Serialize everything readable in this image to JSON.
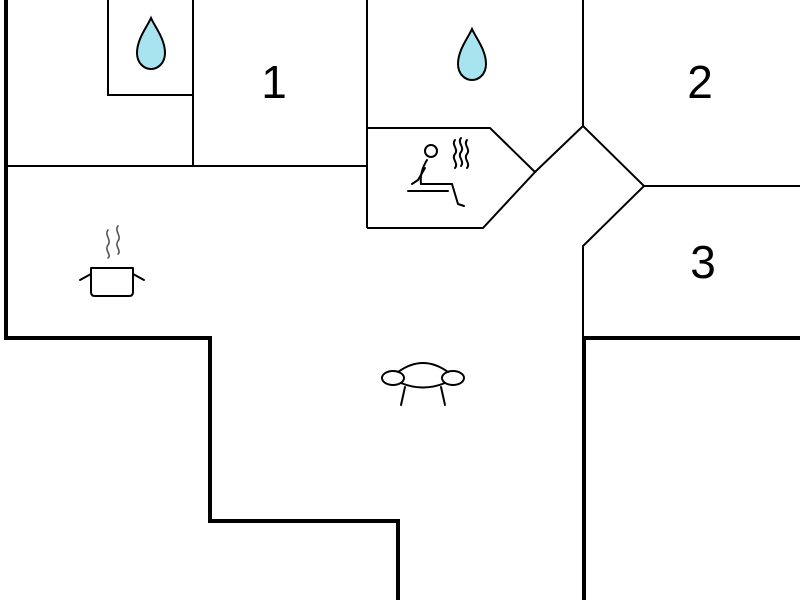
{
  "floorplan": {
    "rooms": [
      {
        "id": "bedroom-1",
        "number": "1"
      },
      {
        "id": "bedroom-2",
        "number": "2"
      },
      {
        "id": "bedroom-3",
        "number": "3"
      }
    ],
    "icons": [
      {
        "room": "bathroom-left",
        "icon": "water-drop-icon"
      },
      {
        "room": "bathroom-center",
        "icon": "water-drop-icon"
      },
      {
        "room": "sauna",
        "icon": "sauna-icon"
      },
      {
        "room": "kitchen",
        "icon": "cooking-pot-icon"
      },
      {
        "room": "living-room",
        "icon": "sofa-icon"
      }
    ],
    "colors": {
      "wall": "#000000",
      "water_drop": "#a8e4ef",
      "background": "#ffffff"
    }
  }
}
